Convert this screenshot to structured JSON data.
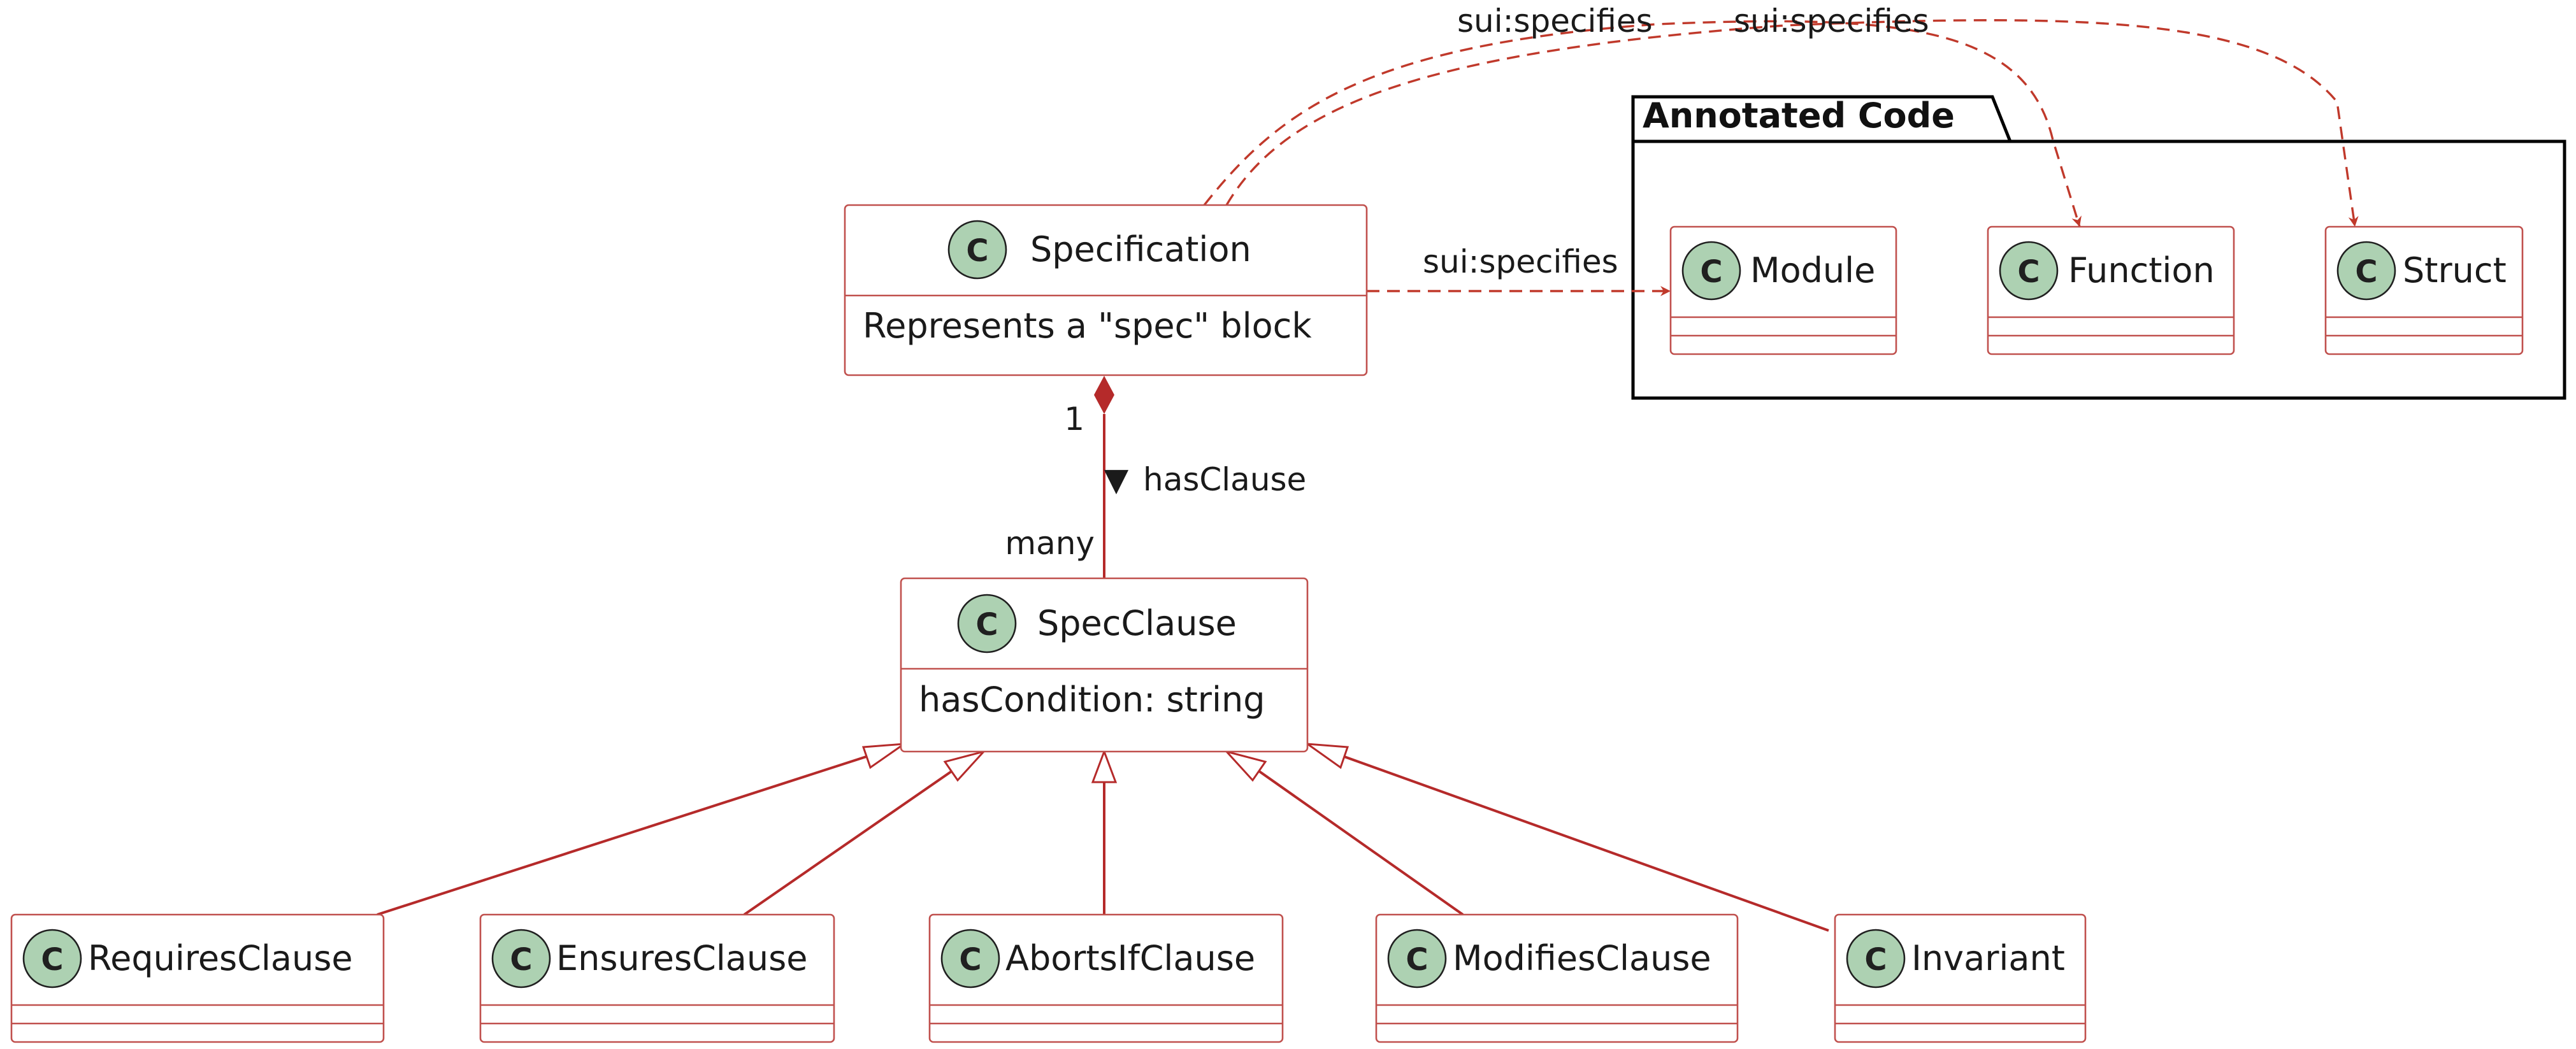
{
  "package": {
    "title": "Annotated Code"
  },
  "classes": {
    "specification": {
      "name": "Specification",
      "field": "Represents a \"spec\" block"
    },
    "spec_clause": {
      "name": "SpecClause",
      "field": "hasCondition: string"
    },
    "module": {
      "name": "Module"
    },
    "function": {
      "name": "Function"
    },
    "struct": {
      "name": "Struct"
    },
    "requires_clause": {
      "name": "RequiresClause"
    },
    "ensures_clause": {
      "name": "EnsuresClause"
    },
    "aborts_if_clause": {
      "name": "AbortsIfClause"
    },
    "modifies_clause": {
      "name": "ModifiesClause"
    },
    "invariant": {
      "name": "Invariant"
    }
  },
  "class_stereotype_letter": "C",
  "relations": {
    "has_clause": {
      "label": "hasClause",
      "direction_glyph": "▼",
      "source_multiplicity": "1",
      "target_multiplicity": "many"
    },
    "specifies_module": {
      "label": "sui:specifies"
    },
    "specifies_function": {
      "label": "sui:specifies"
    },
    "specifies_struct": {
      "label": "sui:specifies"
    }
  },
  "colors": {
    "box_border": "#c0504d",
    "relation": "#b52a2a",
    "class_icon_fill": "#add1b2"
  }
}
